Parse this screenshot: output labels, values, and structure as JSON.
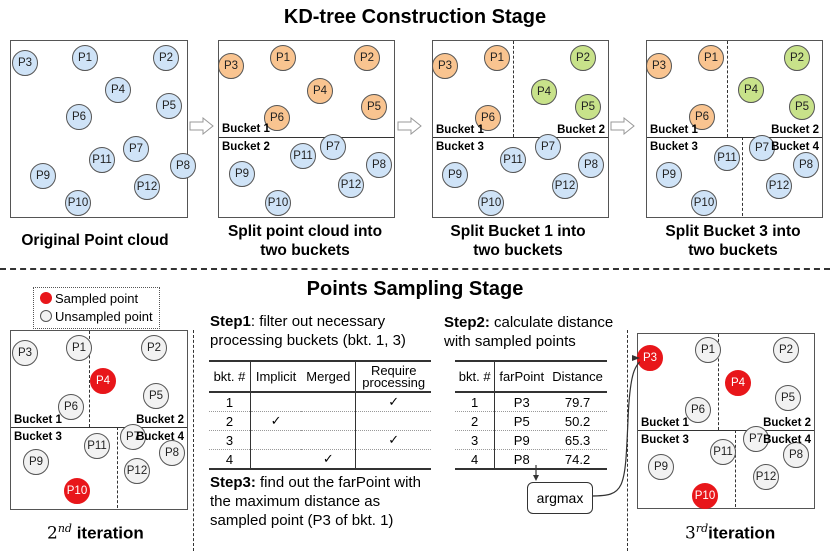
{
  "construction": {
    "title": "KD-tree Construction Stage",
    "panels": [
      {
        "caption": [
          "Original Point cloud"
        ],
        "points": [
          {
            "label": "P3",
            "color": "blue"
          },
          {
            "label": "P1",
            "color": "blue"
          },
          {
            "label": "P2",
            "color": "blue"
          },
          {
            "label": "P4",
            "color": "blue"
          },
          {
            "label": "P5",
            "color": "blue"
          },
          {
            "label": "P6",
            "color": "blue"
          },
          {
            "label": "P7",
            "color": "blue"
          },
          {
            "label": "P11",
            "color": "blue"
          },
          {
            "label": "P8",
            "color": "blue"
          },
          {
            "label": "P9",
            "color": "blue"
          },
          {
            "label": "P12",
            "color": "blue"
          },
          {
            "label": "P10",
            "color": "blue"
          }
        ],
        "buckets": []
      },
      {
        "caption": [
          "Split point cloud into",
          "two buckets"
        ],
        "points": [
          {
            "label": "P3",
            "color": "orange"
          },
          {
            "label": "P1",
            "color": "orange"
          },
          {
            "label": "P2",
            "color": "orange"
          },
          {
            "label": "P4",
            "color": "orange"
          },
          {
            "label": "P5",
            "color": "orange"
          },
          {
            "label": "P6",
            "color": "orange"
          },
          {
            "label": "P7",
            "color": "blue"
          },
          {
            "label": "P11",
            "color": "blue"
          },
          {
            "label": "P8",
            "color": "blue"
          },
          {
            "label": "P9",
            "color": "blue"
          },
          {
            "label": "P12",
            "color": "blue"
          },
          {
            "label": "P10",
            "color": "blue"
          }
        ],
        "buckets": [
          "Bucket 1",
          "Bucket 2"
        ]
      },
      {
        "caption": [
          "Split Bucket 1 into",
          "two buckets"
        ],
        "points": [
          {
            "label": "P3",
            "color": "orange"
          },
          {
            "label": "P1",
            "color": "orange"
          },
          {
            "label": "P2",
            "color": "green"
          },
          {
            "label": "P4",
            "color": "green"
          },
          {
            "label": "P5",
            "color": "green"
          },
          {
            "label": "P6",
            "color": "orange"
          },
          {
            "label": "P7",
            "color": "blue"
          },
          {
            "label": "P11",
            "color": "blue"
          },
          {
            "label": "P8",
            "color": "blue"
          },
          {
            "label": "P9",
            "color": "blue"
          },
          {
            "label": "P12",
            "color": "blue"
          },
          {
            "label": "P10",
            "color": "blue"
          }
        ],
        "buckets": [
          "Bucket 1",
          "Bucket 2",
          "Bucket 3"
        ]
      },
      {
        "caption": [
          "Split Bucket 3 into",
          "two buckets"
        ],
        "points": [
          {
            "label": "P3",
            "color": "orange"
          },
          {
            "label": "P1",
            "color": "orange"
          },
          {
            "label": "P2",
            "color": "green"
          },
          {
            "label": "P4",
            "color": "green"
          },
          {
            "label": "P5",
            "color": "green"
          },
          {
            "label": "P6",
            "color": "orange"
          },
          {
            "label": "P7",
            "color": "blue"
          },
          {
            "label": "P11",
            "color": "blue"
          },
          {
            "label": "P8",
            "color": "blue"
          },
          {
            "label": "P9",
            "color": "blue"
          },
          {
            "label": "P12",
            "color": "blue"
          },
          {
            "label": "P10",
            "color": "blue"
          }
        ],
        "buckets": [
          "Bucket 1",
          "Bucket 2",
          "Bucket 3",
          "Bucket 4"
        ]
      }
    ]
  },
  "sampling": {
    "title": "Points Sampling Stage",
    "legend": {
      "sampled": "Sampled point",
      "unsampled": "Unsampled point"
    },
    "iteration2": {
      "ordinal": "2",
      "suffix": "nd",
      "label": "iteration",
      "points": [
        {
          "label": "P3",
          "color": "gray"
        },
        {
          "label": "P1",
          "color": "gray"
        },
        {
          "label": "P2",
          "color": "gray"
        },
        {
          "label": "P4",
          "color": "red"
        },
        {
          "label": "P5",
          "color": "gray"
        },
        {
          "label": "P6",
          "color": "gray"
        },
        {
          "label": "P7",
          "color": "gray"
        },
        {
          "label": "P11",
          "color": "gray"
        },
        {
          "label": "P8",
          "color": "gray"
        },
        {
          "label": "P9",
          "color": "gray"
        },
        {
          "label": "P12",
          "color": "gray"
        },
        {
          "label": "P10",
          "color": "red"
        }
      ],
      "buckets": [
        "Bucket 1",
        "Bucket 2",
        "Bucket 3",
        "Bucket 4"
      ]
    },
    "iteration3": {
      "ordinal": "3",
      "suffix": "rd",
      "label": "iteration",
      "points": [
        {
          "label": "P3",
          "color": "red"
        },
        {
          "label": "P1",
          "color": "gray"
        },
        {
          "label": "P2",
          "color": "gray"
        },
        {
          "label": "P4",
          "color": "red"
        },
        {
          "label": "P5",
          "color": "gray"
        },
        {
          "label": "P6",
          "color": "gray"
        },
        {
          "label": "P7",
          "color": "gray"
        },
        {
          "label": "P11",
          "color": "gray"
        },
        {
          "label": "P8",
          "color": "gray"
        },
        {
          "label": "P9",
          "color": "gray"
        },
        {
          "label": "P12",
          "color": "gray"
        },
        {
          "label": "P10",
          "color": "red"
        }
      ],
      "buckets": [
        "Bucket 1",
        "Bucket 2",
        "Bucket 3",
        "Bucket 4"
      ]
    },
    "step1": {
      "bold": "Step1",
      "text1": ": filter out necessary",
      "text2": "processing buckets (bkt. 1, 3)",
      "headers": [
        "bkt. #",
        "Implicit",
        "Merged",
        "Require",
        "processing"
      ],
      "rows": [
        {
          "bkt": "1",
          "implicit": "",
          "merged": "",
          "require": "✓"
        },
        {
          "bkt": "2",
          "implicit": "✓",
          "merged": "",
          "require": ""
        },
        {
          "bkt": "3",
          "implicit": "",
          "merged": "",
          "require": "✓"
        },
        {
          "bkt": "4",
          "implicit": "",
          "merged": "✓",
          "require": ""
        }
      ]
    },
    "step2": {
      "bold": "Step2:",
      "text1": " calculate distance",
      "text2": "with sampled points",
      "headers": [
        "bkt. #",
        "farPoint",
        "Distance"
      ],
      "rows": [
        {
          "bkt": "1",
          "far": "P3",
          "dist": "79.7"
        },
        {
          "bkt": "2",
          "far": "P5",
          "dist": "50.2"
        },
        {
          "bkt": "3",
          "far": "P9",
          "dist": "65.3"
        },
        {
          "bkt": "4",
          "far": "P8",
          "dist": "74.2"
        }
      ],
      "argmax": "argmax"
    },
    "step3": {
      "bold": "Step3:",
      "text1": " find out the farPoint with",
      "text2": "the maximum distance as",
      "text3": "sampled point (P3 of bkt. 1)"
    }
  }
}
